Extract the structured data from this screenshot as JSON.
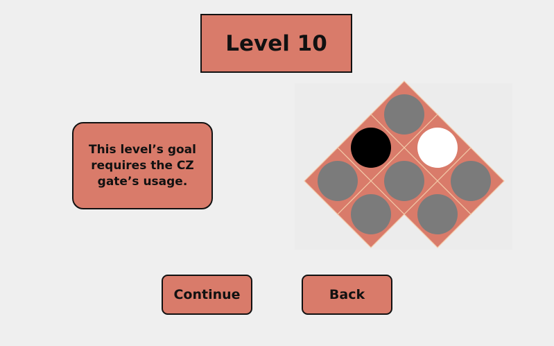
{
  "level": {
    "title": "Level 10",
    "goal_text": "This level’s goal\nrequires the CZ\ngate’s usage."
  },
  "buttons": {
    "continue_label": "Continue",
    "back_label": "Back"
  },
  "board": {
    "tile_color": "#d97b6a",
    "tile_line_color": "#f3c9a8",
    "cells": [
      {
        "id": "top",
        "state": "gray"
      },
      {
        "id": "upper-left",
        "state": "black"
      },
      {
        "id": "upper-right",
        "state": "white"
      },
      {
        "id": "far-left",
        "state": "gray"
      },
      {
        "id": "center",
        "state": "gray"
      },
      {
        "id": "far-right",
        "state": "gray"
      },
      {
        "id": "lower-left",
        "state": "gray"
      },
      {
        "id": "lower-right",
        "state": "gray"
      }
    ],
    "colors": {
      "gray": "#7b7b7b",
      "black": "#000000",
      "white": "#ffffff"
    }
  }
}
